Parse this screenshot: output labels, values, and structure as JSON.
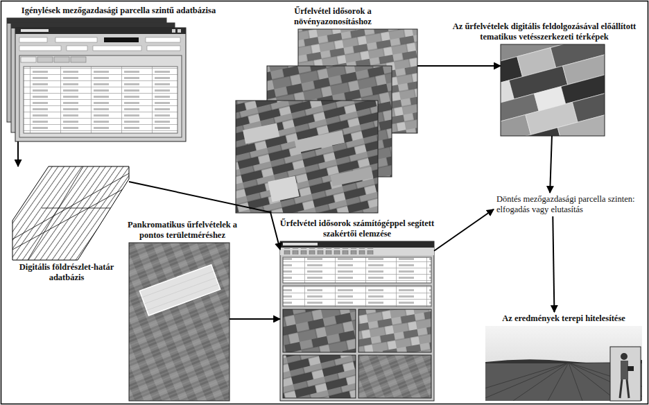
{
  "diagram": {
    "nodes": [
      {
        "text": [
          "Igénylések mezőgazdasági parcella szintű adatbázisa"
        ]
      },
      {
        "text": [
          "Űrfelvétel idősorok a növényazonosításhoz"
        ]
      },
      {
        "text": [
          "Az űrfelvételek digitális feldolgozásával előállított tematikus vetésszerkezeti térképek"
        ]
      },
      {
        "text": [
          "Digitális földrészlet-határ adatbázis"
        ]
      },
      {
        "text": [
          "Pankromatikus űrfelvételek a pontos területméréshez"
        ]
      },
      {
        "text": [
          "Űrfelvétel idősorok számítógéppel segített szakértői elemzése"
        ]
      },
      {
        "text": [
          "Döntés mezőgazdasági parcella szinten:",
          "elfogadás vagy elutasítás"
        ]
      },
      {
        "text": [
          "Az eredmények terepi hitelesítése"
        ]
      }
    ],
    "edges": [
      {
        "from": 0,
        "to": 3,
        "arrow": "to"
      },
      {
        "from": 1,
        "to": 2,
        "arrow": "to"
      },
      {
        "from": 2,
        "to": 6,
        "arrow": "to"
      },
      {
        "from": 3,
        "to": 5,
        "arrow": "to"
      },
      {
        "from": 4,
        "to": 5,
        "arrow": "to"
      },
      {
        "from": 5,
        "to": 6,
        "arrow": "to"
      },
      {
        "from": 6,
        "to": 7,
        "arrow": "to"
      }
    ]
  }
}
